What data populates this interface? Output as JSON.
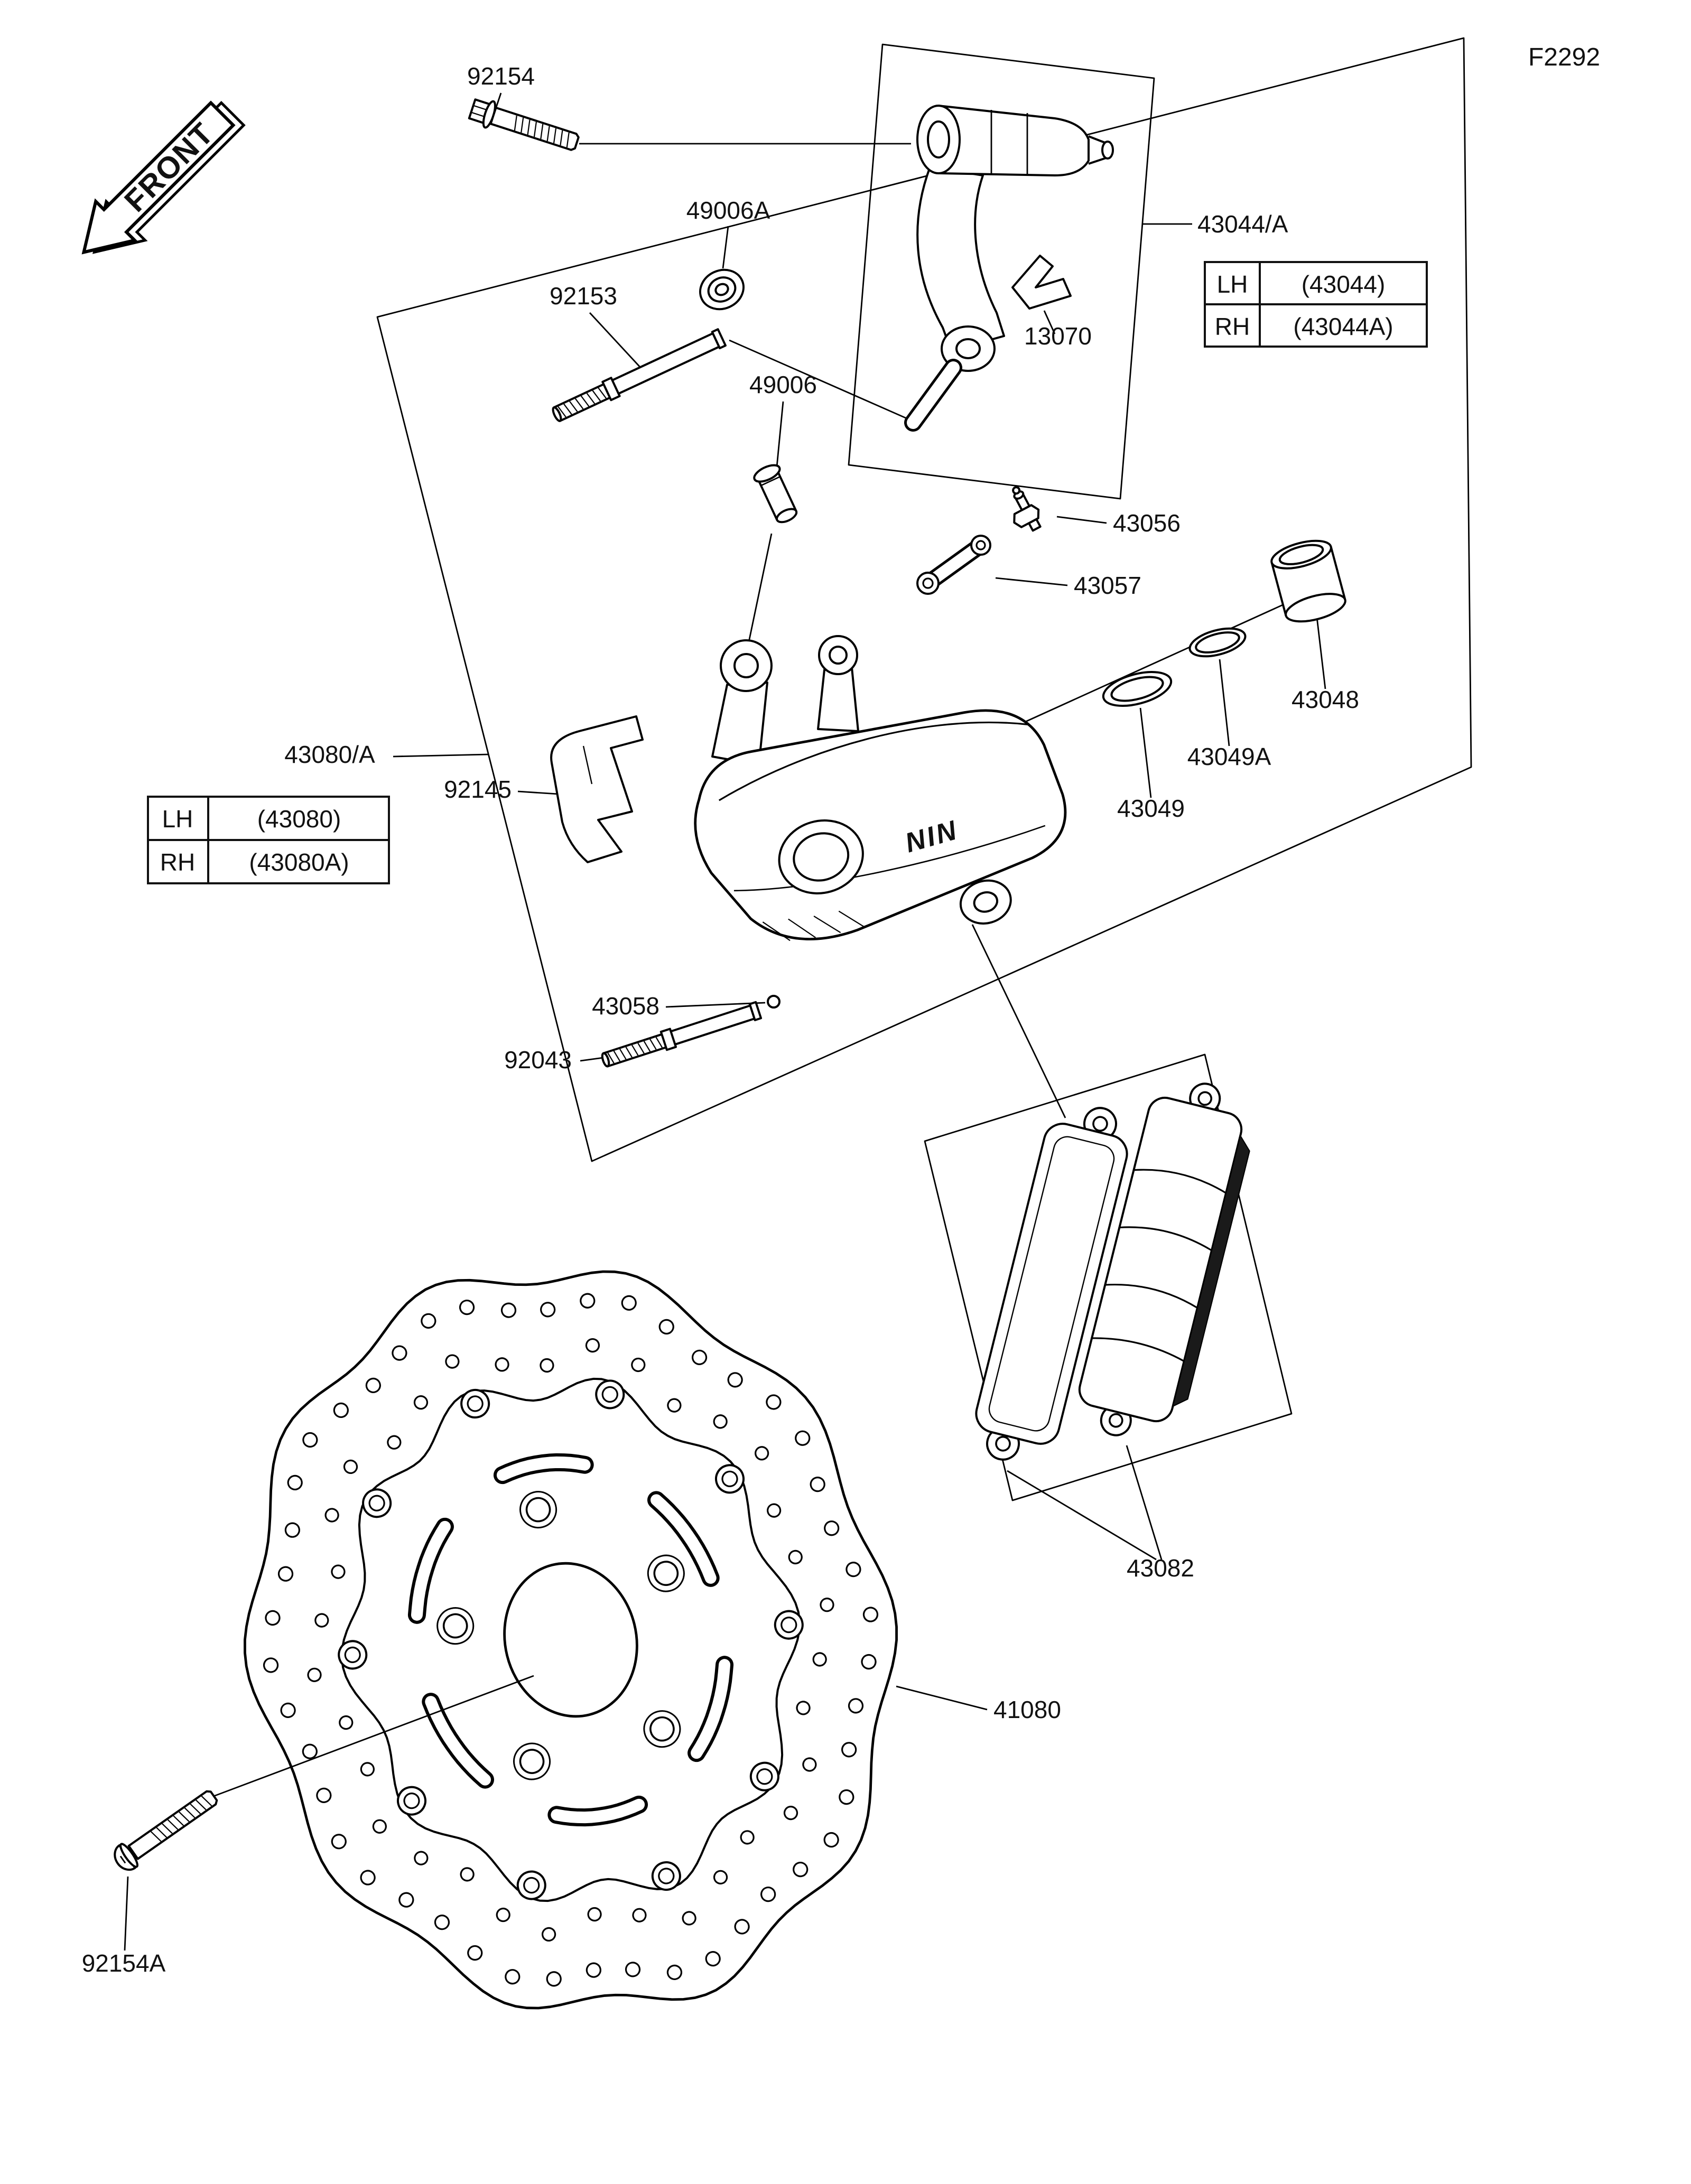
{
  "page": {
    "figure_code": "F2292",
    "front_label": "FRONT",
    "caliper_logo": "NIN"
  },
  "labels": {
    "bolt_92154": "92154",
    "boot_49006a": "49006A",
    "pin_92153": "92153",
    "sleeve_49006": "49006",
    "bracket_43044": "43044/A",
    "clip_13070": "13070",
    "bleed_43056": "43056",
    "link_43057": "43057",
    "piston_43048": "43048",
    "seal_43049a": "43049A",
    "seal_43049": "43049",
    "spring_92145": "92145",
    "caliper_43080": "43080/A",
    "ball_43058": "43058",
    "pin_92043": "92043",
    "pads_43082": "43082",
    "disc_41080": "41080",
    "bolt_92154a": "92154A"
  },
  "tables": {
    "bracket": {
      "rows": [
        [
          "LH",
          "(43044)"
        ],
        [
          "RH",
          "(43044A)"
        ]
      ]
    },
    "caliper": {
      "rows": [
        [
          "LH",
          "(43080)"
        ],
        [
          "RH",
          "(43080A)"
        ]
      ]
    }
  }
}
